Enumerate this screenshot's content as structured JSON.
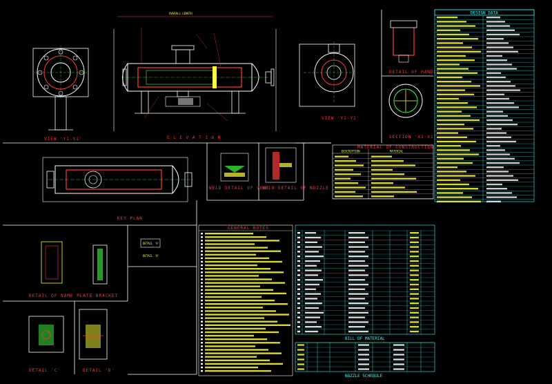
{
  "view_labels": {
    "view_y1": "VIEW 'Y1-Y1'",
    "elevation": "E L E V A T I O N",
    "view_y2": "VIEW 'Y2-Y2'",
    "detail_handle": "DETAIL OF HANDLE",
    "section_x1": "SECTION 'X1-X1'",
    "key_plan": "KEY PLAN",
    "detail_a": "DETAIL 'A'",
    "detail_b": "DETAIL 'B'",
    "detail_c": "DETAIL 'C'",
    "detail_d": "DETAIL 'D'",
    "detail_name_plate": "DETAIL OF NAME PLATE BRACKET",
    "weld_detail_1": "WELD DETAIL OF VENT",
    "weld_detail_2": "WELD DETAIL OF NOZZLE"
  },
  "tables": {
    "design_data_title": "DESIGN DATA",
    "material_title": "MATERIAL OF CONSTRUCTION",
    "general_notes_title": "GENERAL NOTES",
    "bill_of_material_title": "BILL OF MATERIAL",
    "nozzle_schedule_title": "NOZZLE SCHEDULE",
    "material_headers": [
      "DESCRIPTION",
      "MATERIAL"
    ]
  },
  "dimensions": {
    "overall_length": "OVERALL LENGTH"
  },
  "colors": {
    "background": "#000000",
    "outline": "#ffffff",
    "hatch": "#ffff3a",
    "shell": "#ff3b3b",
    "center": "#3fff3f",
    "table": "#3fffff"
  }
}
